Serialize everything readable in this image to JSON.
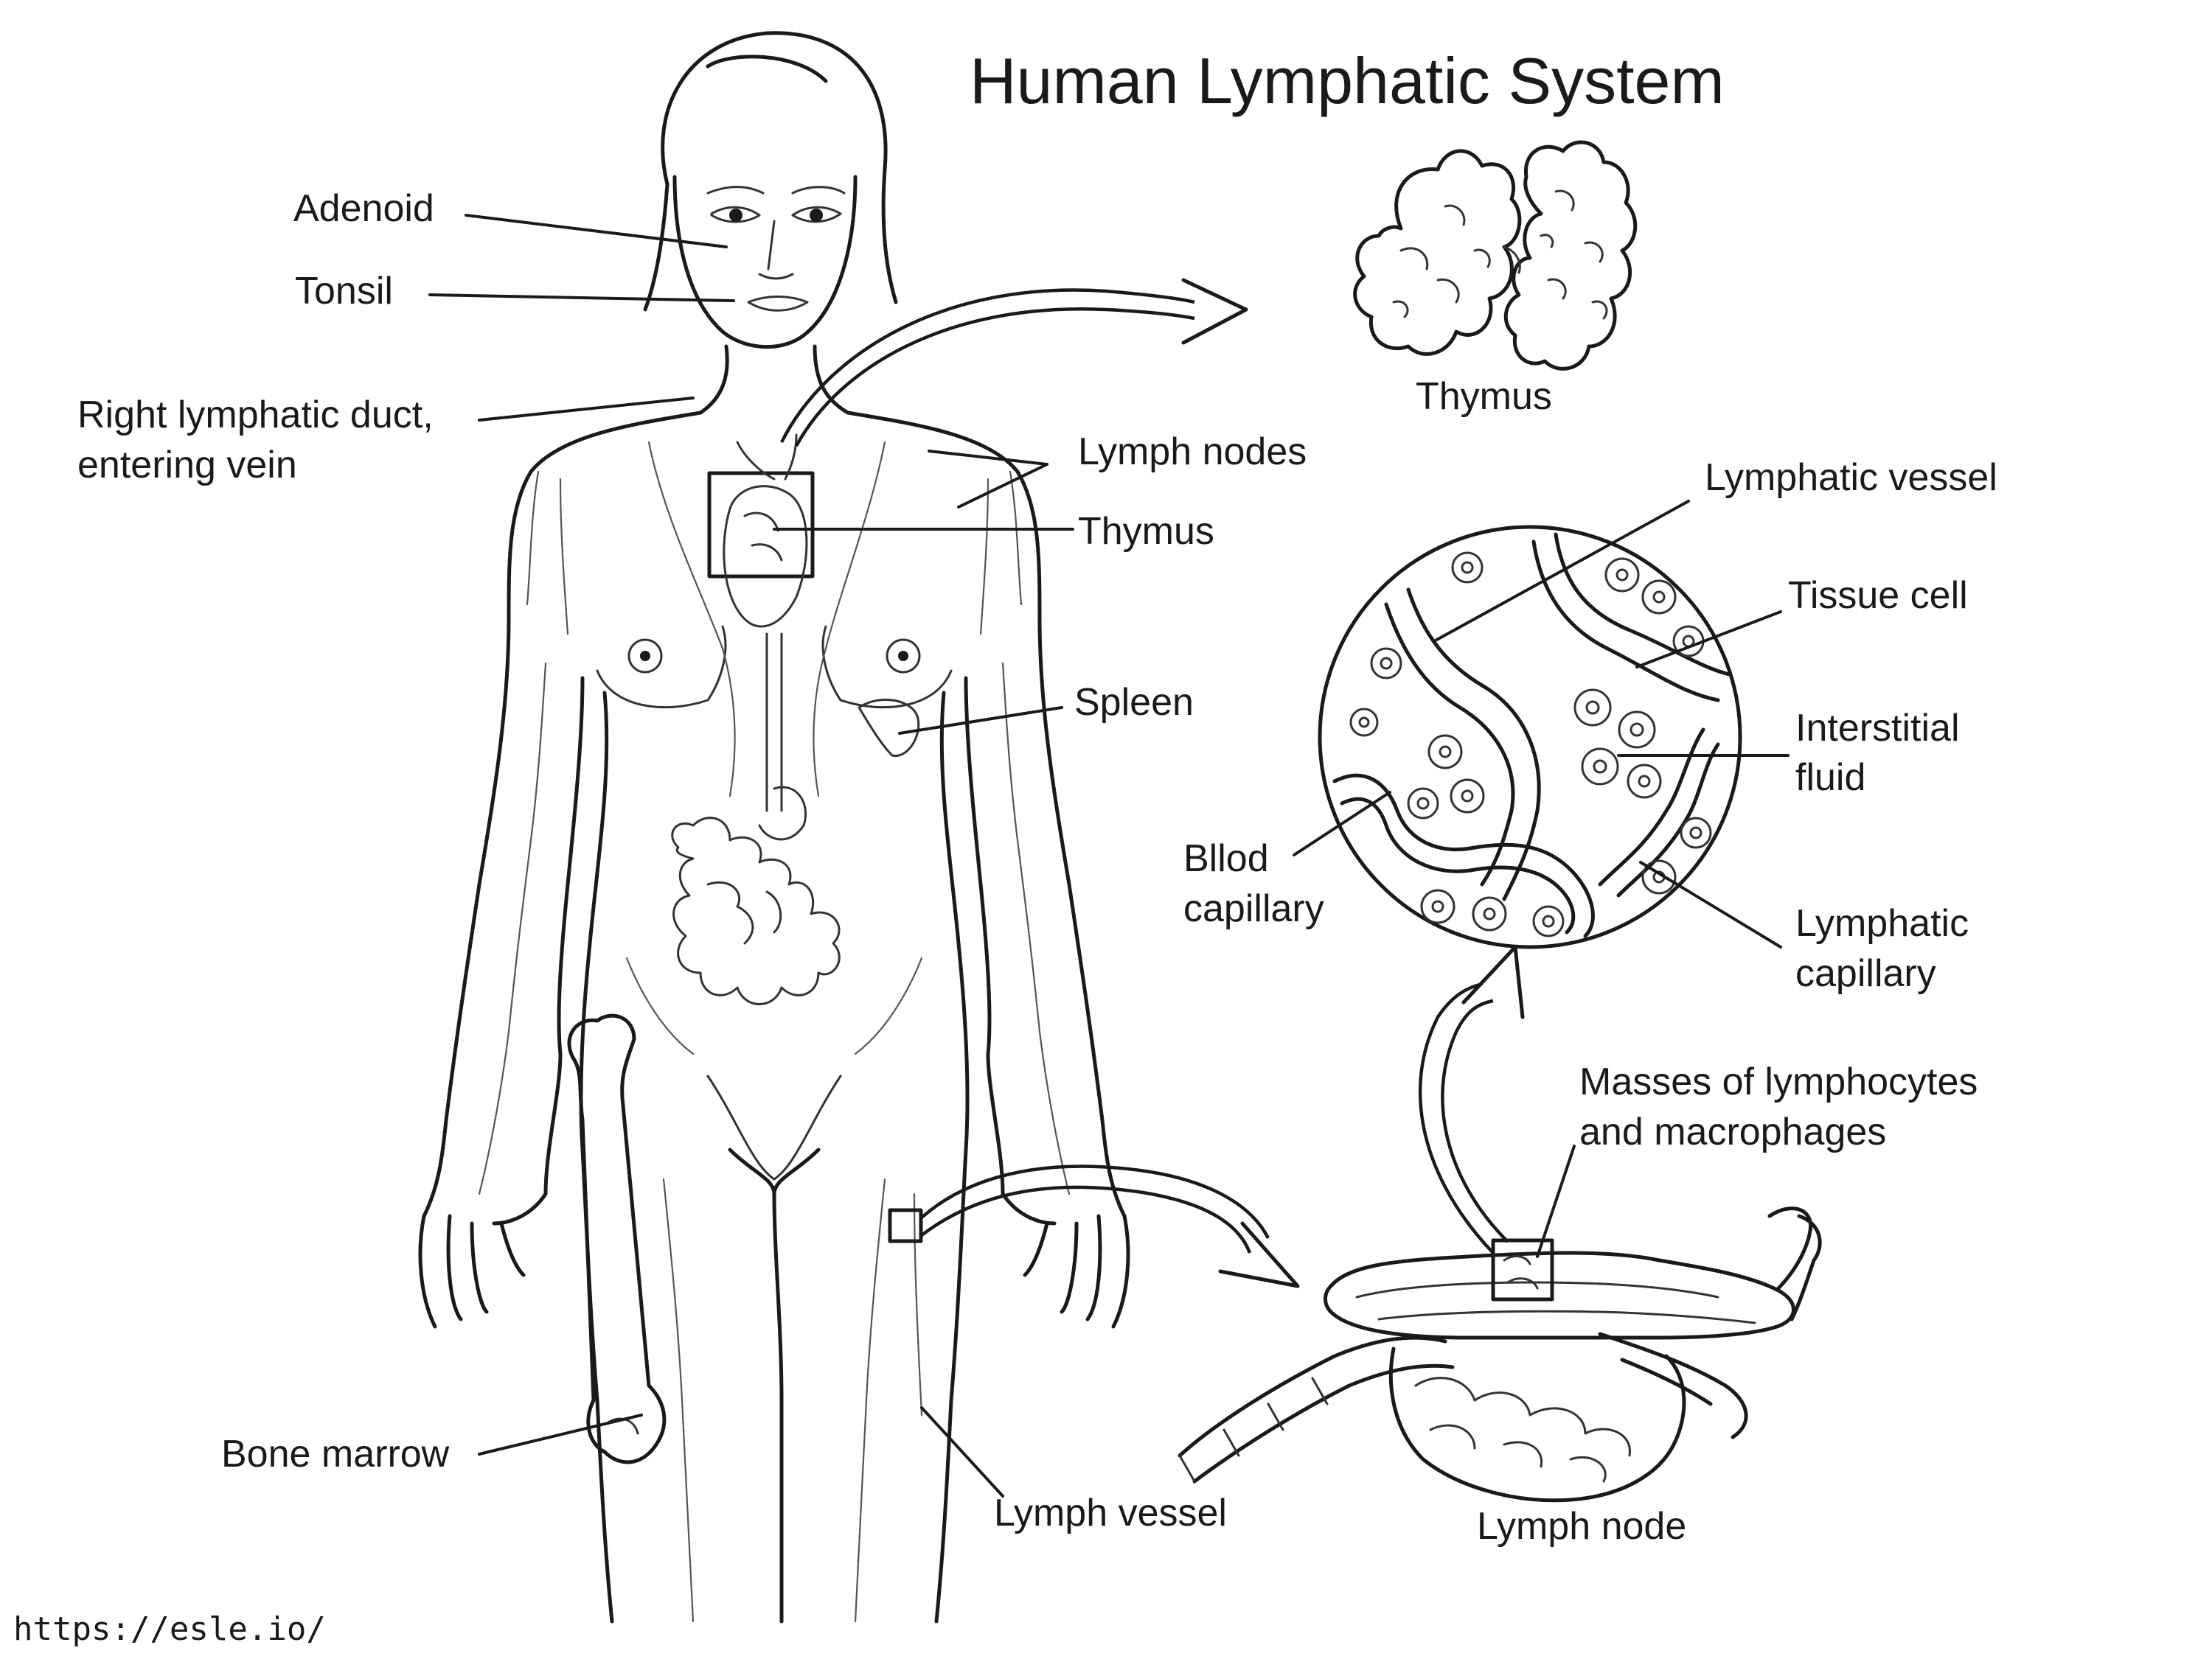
{
  "title": "Human Lymphatic System",
  "labels": {
    "adenoid": "Adenoid",
    "tonsil": "Tonsil",
    "right_duct_line1": "Right lymphatic duct,",
    "right_duct_line2": "entering vein",
    "lymph_nodes": "Lymph nodes",
    "thymus_body": "Thymus",
    "spleen": "Spleen",
    "bone_marrow": "Bone marrow",
    "lymph_vessel": "Lymph vessel",
    "thymus_detail": "Thymus",
    "lymphatic_vessel": "Lymphatic vessel",
    "tissue_cell": "Tissue cell",
    "interstitial_line1": "Interstitial",
    "interstitial_line2": "fluid",
    "blood_cap_line1": "Bllod",
    "blood_cap_line2": "capillary",
    "lymph_cap_line1": "Lymphatic",
    "lymph_cap_line2": "capillary",
    "masses_line1": "Masses of lymphocytes",
    "masses_line2": "and macrophages",
    "lymph_node": "Lymph node"
  },
  "watermark": "https://esle.io/",
  "colors": {
    "ink": "#1a1a1a",
    "background": "#ffffff"
  }
}
